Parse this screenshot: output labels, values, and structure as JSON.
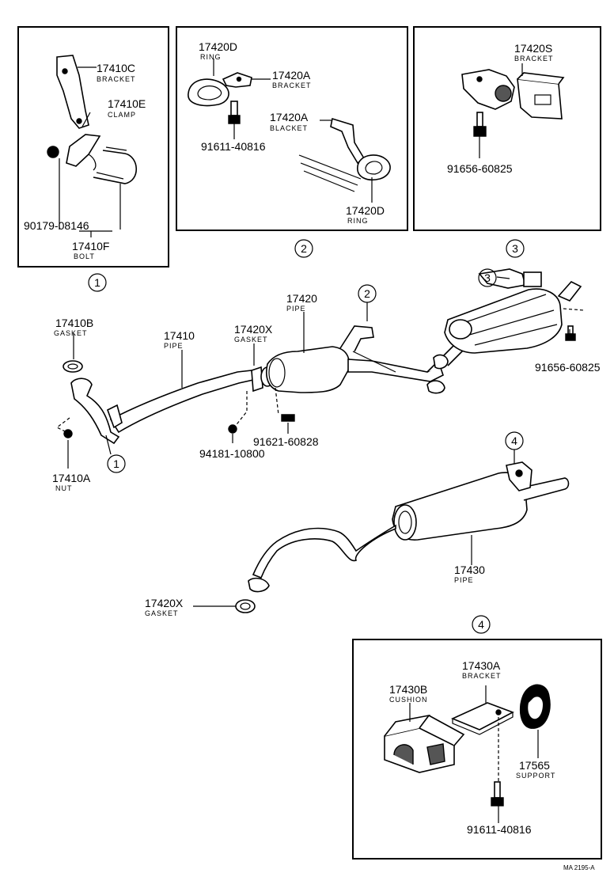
{
  "title": "",
  "labels": {
    "p17410C": {
      "num": "17410C",
      "name": "BRACKET"
    },
    "p17410E": {
      "num": "17410E",
      "name": "CLAMP"
    },
    "p90179": {
      "num": "90179-08146"
    },
    "p17410F": {
      "num": "17410F",
      "name": "BOLT"
    },
    "p17420D_top": {
      "num": "17420D",
      "name": "RING"
    },
    "p17420A_top": {
      "num": "17420A",
      "name": "BRACKET"
    },
    "p91611_a": {
      "num": "91611-40816"
    },
    "p17420A_mid": {
      "num": "17420A",
      "name": "BLACKET"
    },
    "p17420D_bot": {
      "num": "17420D",
      "name": "RING"
    },
    "p17420S": {
      "num": "17420S",
      "name": "BRACKET"
    },
    "p91656_a": {
      "num": "91656-60825"
    },
    "p17410B": {
      "num": "17410B",
      "name": "GASKET"
    },
    "p17410": {
      "num": "17410",
      "name": "PIPE"
    },
    "p17420X_a": {
      "num": "17420X",
      "name": "GASKET"
    },
    "p17420": {
      "num": "17420",
      "name": "PIPE"
    },
    "p91656_b": {
      "num": "91656-60825"
    },
    "p91621": {
      "num": "91621-60828"
    },
    "p94181": {
      "num": "94181-10800"
    },
    "p17410A": {
      "num": "17410A",
      "name": "NUT"
    },
    "p17430": {
      "num": "17430",
      "name": "PIPE"
    },
    "p17420X_b": {
      "num": "17420X",
      "name": "GASKET"
    },
    "p17430A": {
      "num": "17430A",
      "name": "BRACKET"
    },
    "p17430B": {
      "num": "17430B",
      "name": "CUSHION"
    },
    "p17565": {
      "num": "17565",
      "name": "SUPPORT"
    },
    "p91611_b": {
      "num": "91611-40816"
    }
  },
  "callouts": {
    "c1_box": "1",
    "c2_box": "2",
    "c3_box": "3",
    "c2_main": "2",
    "c3_main": "3",
    "c1_main": "1",
    "c4_main": "4",
    "c4_box": "4"
  },
  "footer": {
    "code": "MA 2195-A"
  }
}
